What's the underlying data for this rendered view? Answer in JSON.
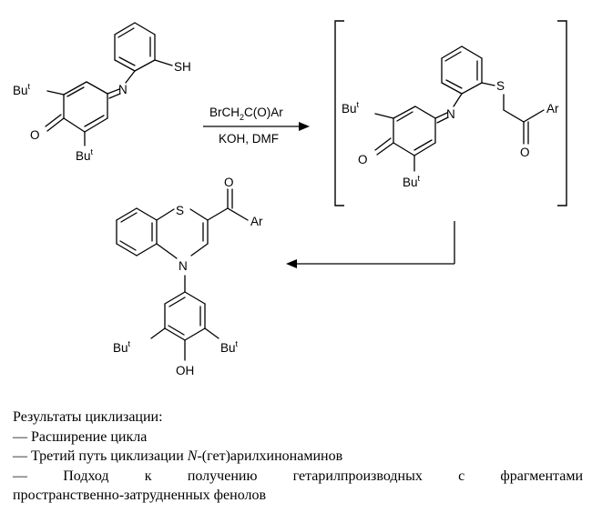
{
  "reaction": {
    "reagent_top": "BrCH",
    "reagent_top_sub": "2",
    "reagent_top_tail": "C(O)Ar",
    "reagent_bottom": "KOH, DMF"
  },
  "labels": {
    "sh": "SH",
    "n": "N",
    "o": "O",
    "s": "S",
    "oh": "OH",
    "ar": "Ar",
    "bu": "Bu",
    "bu_sup": "t"
  },
  "notes": {
    "heading": "Результаты циклизации:",
    "item1": "— Расширение цикла",
    "item2_pre": "— Третий путь циклизации ",
    "item2_italic": "N",
    "item2_post": "-(гет)арилхинонаминов",
    "item3_line1": "— Подход к получению гетарилпроизводных с фрагментами",
    "item3_line2": "пространственно-затрудненных фенолов"
  }
}
